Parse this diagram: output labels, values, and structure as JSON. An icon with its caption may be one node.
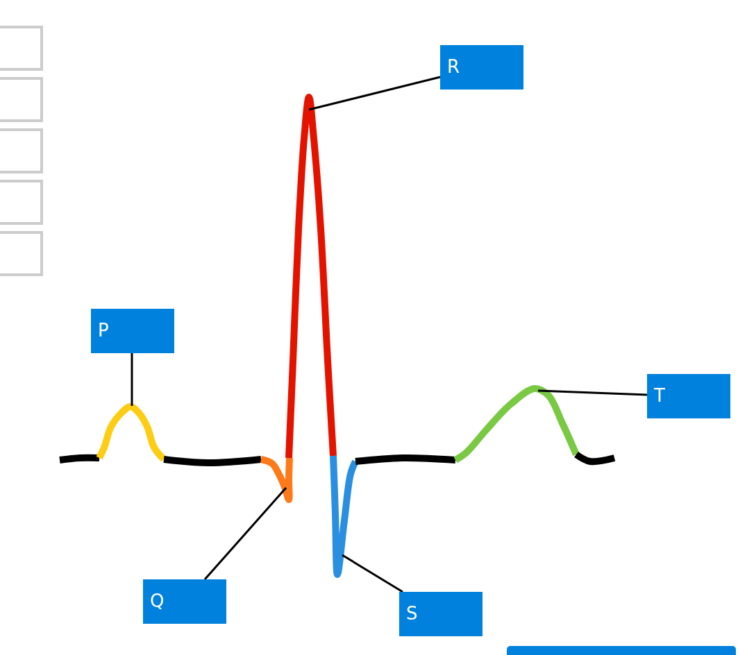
{
  "diagram": {
    "nodes": [
      {
        "text": [],
        "shape": "box"
      },
      {
        "text": [],
        "shape": "box"
      },
      {
        "text": [],
        "shape": "box"
      },
      {
        "text": [],
        "shape": "box"
      },
      {
        "text": [],
        "shape": "box"
      },
      {
        "text": [
          "R"
        ]
      },
      {
        "text": [
          "P"
        ]
      },
      {
        "text": [
          "T"
        ]
      },
      {
        "text": [
          "Q"
        ]
      },
      {
        "text": [
          "S"
        ]
      },
      {
        "text": [],
        "shape": "curve"
      },
      {
        "text": [],
        "shape": "curve"
      },
      {
        "text": [],
        "shape": "curve"
      },
      {
        "text": [],
        "shape": "curve"
      },
      {
        "text": [],
        "shape": "curve"
      },
      {
        "text": [],
        "shape": "curve"
      },
      {
        "text": [],
        "shape": "curve"
      },
      {
        "text": [],
        "shape": "curve"
      },
      {
        "text": [],
        "shape": "curve"
      },
      {
        "text": [],
        "shape": "bar"
      }
    ],
    "edges": [
      {
        "from": 5,
        "to": 14,
        "arrow": "none"
      },
      {
        "from": 6,
        "to": 11,
        "arrow": "none"
      },
      {
        "from": 7,
        "to": 17,
        "arrow": "none"
      },
      {
        "from": 8,
        "to": 13,
        "arrow": "none"
      },
      {
        "from": 9,
        "to": 15,
        "arrow": "none"
      }
    ]
  }
}
